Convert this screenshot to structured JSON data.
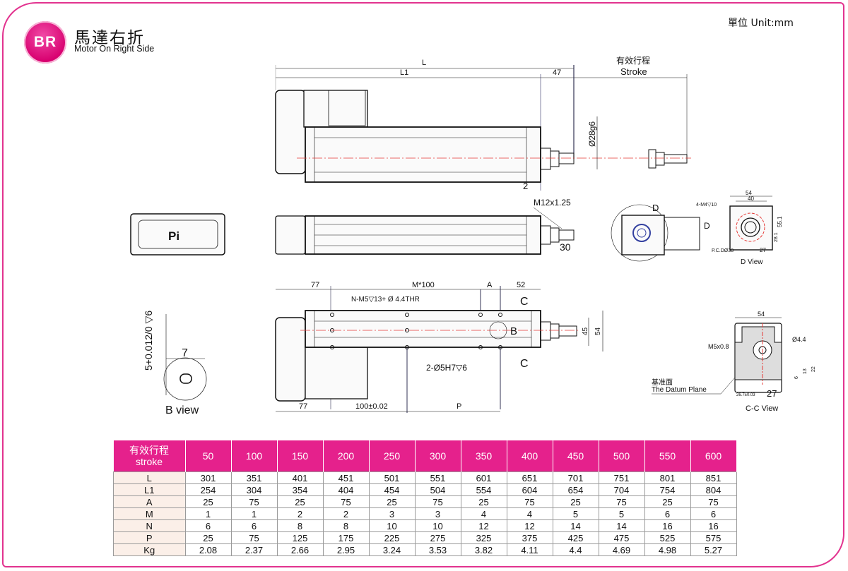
{
  "header": {
    "logo": "BR",
    "title_cn": "馬達右折",
    "title_en": "Motor On Right Side",
    "unit": "單位 Unit:mm"
  },
  "drawing": {
    "top": {
      "L": "L",
      "L1": "L1",
      "d47": "47",
      "stroke_cn": "有效行程",
      "stroke_en": "Stroke",
      "dia": "Ø28g6",
      "d2": "2"
    },
    "mid": {
      "thread": "M12x1.25",
      "d30": "30",
      "cover_mark": "Pi",
      "d_label": "D",
      "d_label2": "D"
    },
    "dview": {
      "w54": "54",
      "w40": "40",
      "holes": "4-M4▽10",
      "h551": "55.1",
      "h281": "28.1",
      "w27": "27",
      "pcd": "P.C.DØ38",
      "title": "D View"
    },
    "bottom": {
      "d77a": "77",
      "m100": "M*100",
      "a": "A",
      "d52": "52",
      "nm5": "N-M5▽13+ Ø 4.4THR",
      "c1": "C",
      "c2": "C",
      "b": "B",
      "d45": "45",
      "d54": "54",
      "pin": "2-Ø5H7▽6",
      "d77b": "77",
      "d100": "100±0.02",
      "p": "P"
    },
    "bview": {
      "tol": "5+0.012/0 ▽6",
      "d7": "7",
      "title": "B view"
    },
    "ccview": {
      "w54": "54",
      "dia": "Ø4.4",
      "m5": "M5x0.8",
      "datum_cn": "基准面",
      "datum_en": "The Datum Plane",
      "d267": "26.7±0.03",
      "d27": "27",
      "d6": "6",
      "d13": "13",
      "d22": "22",
      "title": "C-C View"
    }
  },
  "table": {
    "header_cn": "有效行程",
    "header_en": "stroke",
    "strokes": [
      "50",
      "100",
      "150",
      "200",
      "250",
      "300",
      "350",
      "400",
      "450",
      "500",
      "550",
      "600"
    ],
    "rows": [
      {
        "label": "L",
        "values": [
          "301",
          "351",
          "401",
          "451",
          "501",
          "551",
          "601",
          "651",
          "701",
          "751",
          "801",
          "851"
        ]
      },
      {
        "label": "L1",
        "values": [
          "254",
          "304",
          "354",
          "404",
          "454",
          "504",
          "554",
          "604",
          "654",
          "704",
          "754",
          "804"
        ]
      },
      {
        "label": "A",
        "values": [
          "25",
          "75",
          "25",
          "75",
          "25",
          "75",
          "25",
          "75",
          "25",
          "75",
          "25",
          "75"
        ]
      },
      {
        "label": "M",
        "values": [
          "1",
          "1",
          "2",
          "2",
          "3",
          "3",
          "4",
          "4",
          "5",
          "5",
          "6",
          "6"
        ]
      },
      {
        "label": "N",
        "values": [
          "6",
          "6",
          "8",
          "8",
          "10",
          "10",
          "12",
          "12",
          "14",
          "14",
          "16",
          "16"
        ]
      },
      {
        "label": "P",
        "values": [
          "25",
          "75",
          "125",
          "175",
          "225",
          "275",
          "325",
          "375",
          "425",
          "475",
          "525",
          "575"
        ]
      },
      {
        "label": "Kg",
        "values": [
          "2.08",
          "2.37",
          "2.66",
          "2.95",
          "3.24",
          "3.53",
          "3.82",
          "4.11",
          "4.4",
          "4.69",
          "4.98",
          "5.27"
        ]
      }
    ]
  },
  "colors": {
    "brand": "#e5218c",
    "centerline": "#e53935"
  }
}
